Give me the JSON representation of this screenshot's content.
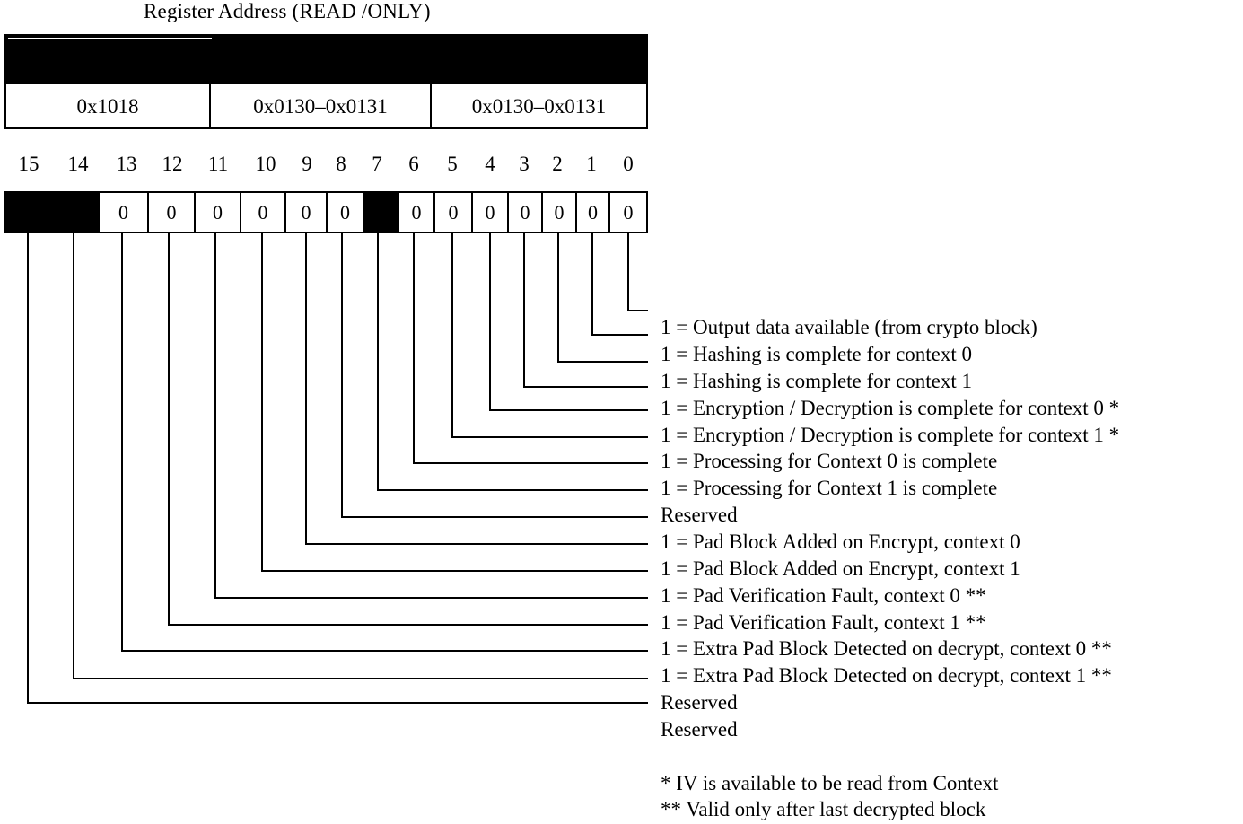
{
  "title": "Register Address (READ /ONLY)",
  "addresses": [
    "0x1018",
    "0x0130–0x0131",
    "0x0130–0x0131"
  ],
  "bits": [
    {
      "bit": "15",
      "value": "",
      "reserved": true,
      "description": "Reserved"
    },
    {
      "bit": "14",
      "value": "",
      "reserved": true,
      "description": "1 = Extra Pad Block Detected on decrypt, context 1 **"
    },
    {
      "bit": "13",
      "value": "0",
      "reserved": false,
      "description": "1 = Extra Pad Block Detected on decrypt, context 0 **"
    },
    {
      "bit": "12",
      "value": "0",
      "reserved": false,
      "description": "1 = Pad Verification Fault, context 1 **"
    },
    {
      "bit": "11",
      "value": "0",
      "reserved": false,
      "description": "1 = Pad Verification Fault, context 0 **"
    },
    {
      "bit": "10",
      "value": "0",
      "reserved": false,
      "description": "1 = Pad Block Added on Encrypt, context 1"
    },
    {
      "bit": "9",
      "value": "0",
      "reserved": false,
      "description": "1 = Pad Block Added on Encrypt, context 0"
    },
    {
      "bit": "8",
      "value": "0",
      "reserved": false,
      "description": "Reserved"
    },
    {
      "bit": "7",
      "value": "",
      "reserved": true,
      "description": "1 = Processing for Context 1 is complete"
    },
    {
      "bit": "6",
      "value": "0",
      "reserved": false,
      "description": "1 = Processing for Context 0 is complete"
    },
    {
      "bit": "5",
      "value": "0",
      "reserved": false,
      "description": "1 = Encryption / Decryption is complete for context 1 *"
    },
    {
      "bit": "4",
      "value": "0",
      "reserved": false,
      "description": "1 = Encryption / Decryption is complete for context 0 *"
    },
    {
      "bit": "3",
      "value": "0",
      "reserved": false,
      "description": "1 = Hashing is complete for context 1"
    },
    {
      "bit": "2",
      "value": "0",
      "reserved": false,
      "description": "1 = Hashing is complete for context 0"
    },
    {
      "bit": "1",
      "value": "0",
      "reserved": false,
      "description": "1 = Output data available (from crypto block)"
    },
    {
      "bit": "0",
      "value": "0",
      "reserved": false,
      "description": ""
    }
  ],
  "extra_description": "Reserved",
  "notes": [
    "* IV is available to be read from Context",
    "** Valid only after last decrypted block"
  ]
}
